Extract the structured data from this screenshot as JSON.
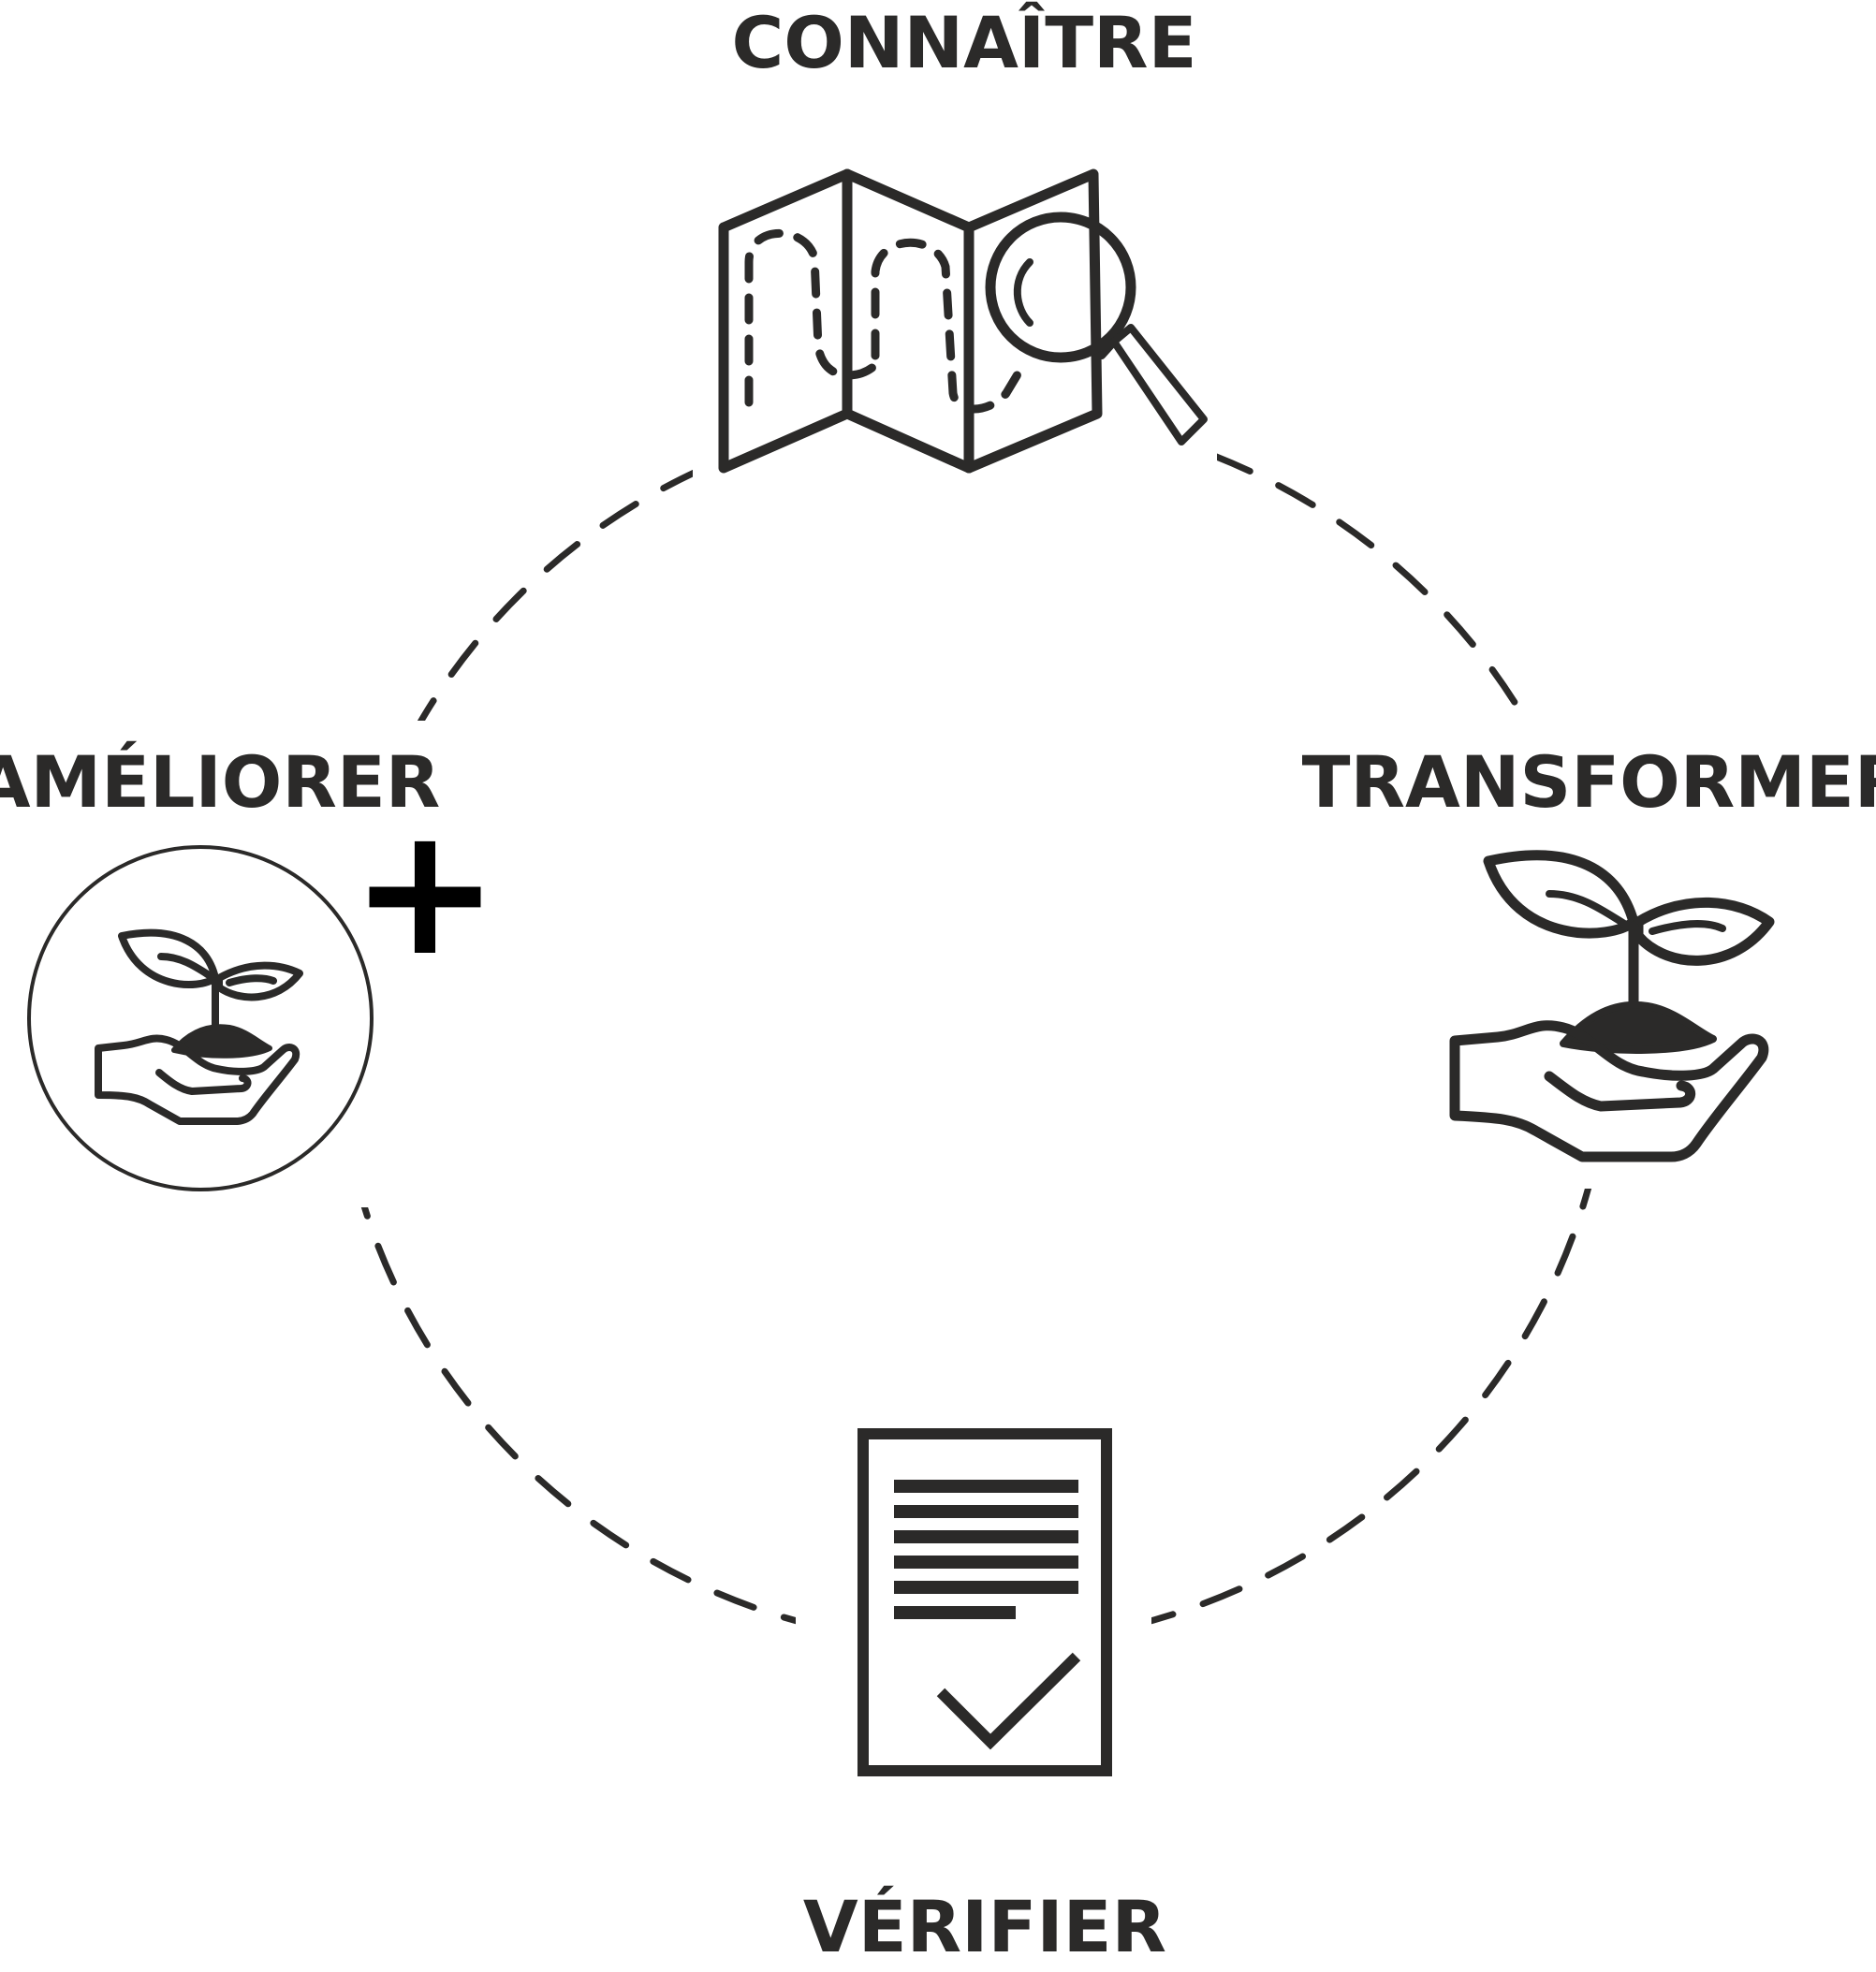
{
  "diagram": {
    "steps": [
      {
        "label": "CONNAÎTRE",
        "icon": "map-magnifier-icon"
      },
      {
        "label": "TRANSFORMER",
        "icon": "hand-seedling-icon"
      },
      {
        "label": "VÉRIFIER",
        "icon": "checked-document-icon"
      },
      {
        "label": "AMÉLIORER",
        "icon": "circled-hand-seedling-plus-icon"
      }
    ],
    "plus_symbol": "+",
    "colors": {
      "ink": "#2b2a29",
      "background": "#ffffff"
    }
  }
}
